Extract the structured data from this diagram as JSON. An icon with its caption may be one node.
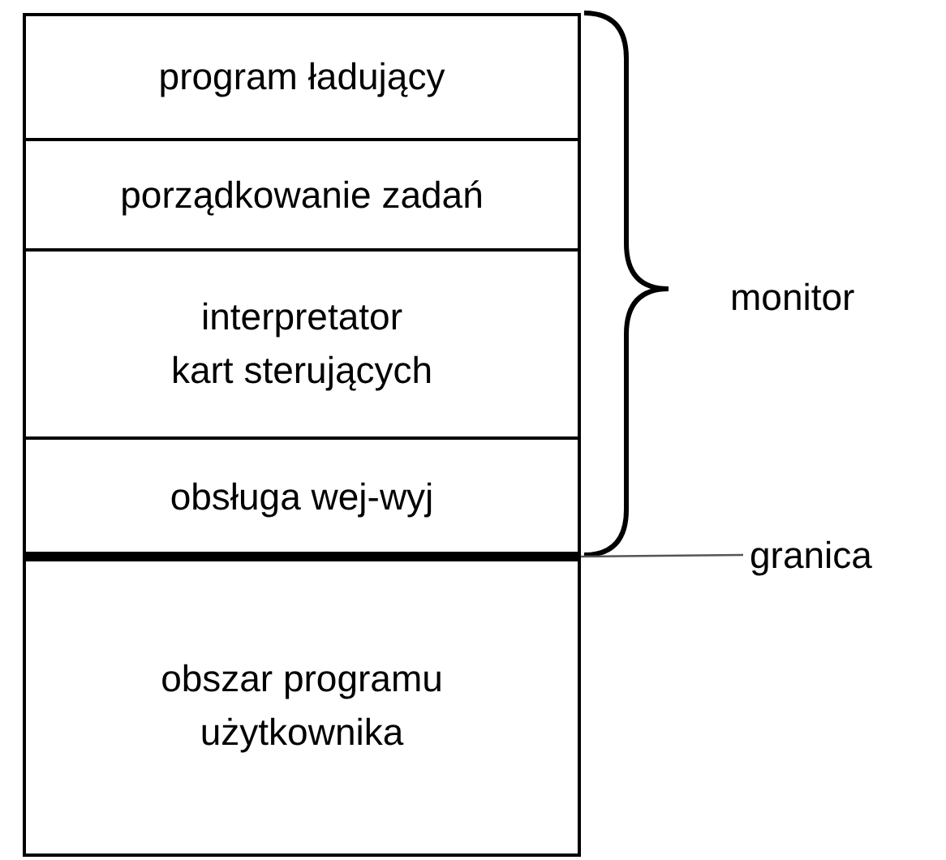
{
  "diagram": {
    "nodes": [
      {
        "text": [
          "program ładujący"
        ]
      },
      {
        "text": [
          "porządkowanie zadań"
        ]
      },
      {
        "text": [
          "interpretator kart sterujących"
        ]
      },
      {
        "text": [
          "obsługa wej-wyj"
        ]
      },
      {
        "text": [
          "obszar programu użytkownika"
        ]
      },
      {
        "text": [
          "granica"
        ]
      },
      {
        "text": [],
        "shape": "bar"
      }
    ],
    "edges": [
      {
        "from": 5,
        "to": 6,
        "arrow": "none"
      }
    ],
    "labels": [
      "monitor"
    ]
  }
}
